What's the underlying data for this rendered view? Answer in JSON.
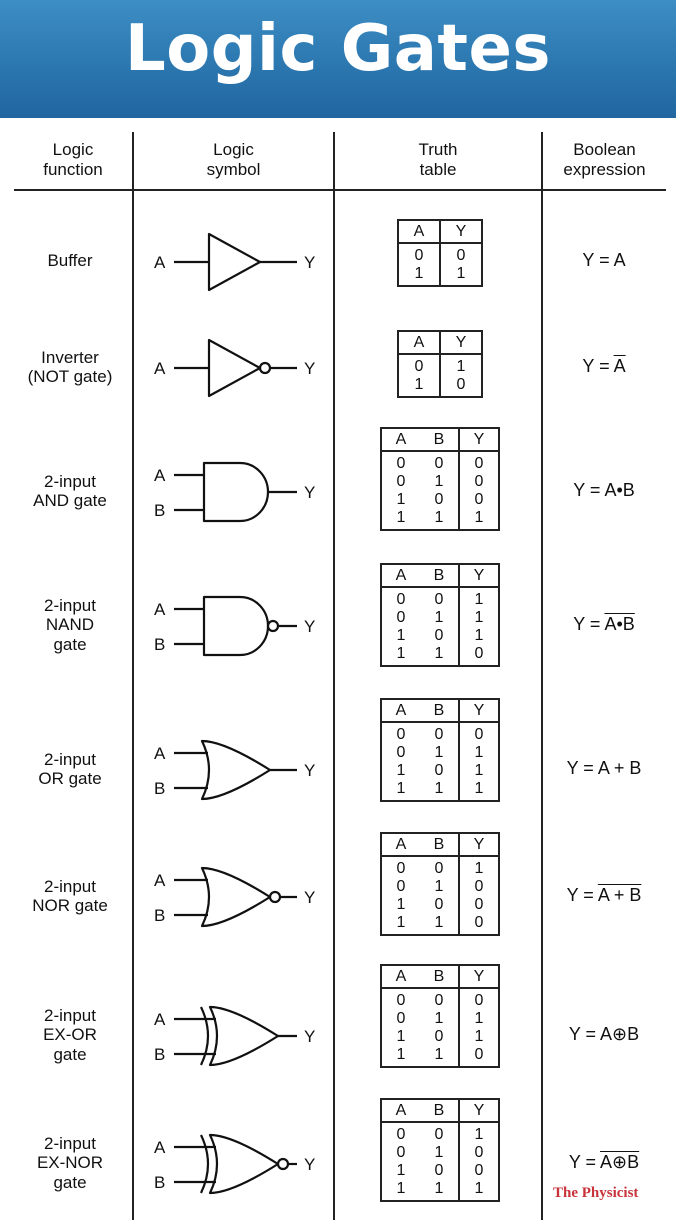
{
  "title": "Logic Gates",
  "headers": {
    "function": "Logic\nfunction",
    "symbol": "Logic\nsymbol",
    "truth": "Truth\ntable",
    "boolean": "Boolean\nexpression"
  },
  "gates": [
    {
      "name": "Buffer",
      "symbol": "buffer",
      "inputs": [
        "A"
      ],
      "output": "Y",
      "table": {
        "headers": [
          "A",
          "Y"
        ],
        "rows": [
          [
            "0",
            "0"
          ],
          [
            "1",
            "1"
          ]
        ]
      },
      "expr": {
        "prefix": "Y = ",
        "over": "",
        "plain": "A"
      }
    },
    {
      "name": "Inverter\n(NOT gate)",
      "symbol": "not",
      "inputs": [
        "A"
      ],
      "output": "Y",
      "table": {
        "headers": [
          "A",
          "Y"
        ],
        "rows": [
          [
            "0",
            "1"
          ],
          [
            "1",
            "0"
          ]
        ]
      },
      "expr": {
        "prefix": "Y = ",
        "over": "A",
        "plain": ""
      }
    },
    {
      "name": "2-input\nAND gate",
      "symbol": "and",
      "inputs": [
        "A",
        "B"
      ],
      "output": "Y",
      "table": {
        "headers": [
          "A",
          "B",
          "Y"
        ],
        "rows": [
          [
            "0",
            "0",
            "0"
          ],
          [
            "0",
            "1",
            "0"
          ],
          [
            "1",
            "0",
            "0"
          ],
          [
            "1",
            "1",
            "1"
          ]
        ]
      },
      "expr": {
        "prefix": "Y = ",
        "over": "",
        "plain": "A•B"
      }
    },
    {
      "name": "2-input\nNAND\ngate",
      "symbol": "nand",
      "inputs": [
        "A",
        "B"
      ],
      "output": "Y",
      "table": {
        "headers": [
          "A",
          "B",
          "Y"
        ],
        "rows": [
          [
            "0",
            "0",
            "1"
          ],
          [
            "0",
            "1",
            "1"
          ],
          [
            "1",
            "0",
            "1"
          ],
          [
            "1",
            "1",
            "0"
          ]
        ]
      },
      "expr": {
        "prefix": "Y = ",
        "over": "A•B",
        "plain": ""
      }
    },
    {
      "name": "2-input\nOR gate",
      "symbol": "or",
      "inputs": [
        "A",
        "B"
      ],
      "output": "Y",
      "table": {
        "headers": [
          "A",
          "B",
          "Y"
        ],
        "rows": [
          [
            "0",
            "0",
            "0"
          ],
          [
            "0",
            "1",
            "1"
          ],
          [
            "1",
            "0",
            "1"
          ],
          [
            "1",
            "1",
            "1"
          ]
        ]
      },
      "expr": {
        "prefix": "Y = ",
        "over": "",
        "plain": "A + B"
      }
    },
    {
      "name": "2-input\nNOR gate",
      "symbol": "nor",
      "inputs": [
        "A",
        "B"
      ],
      "output": "Y",
      "table": {
        "headers": [
          "A",
          "B",
          "Y"
        ],
        "rows": [
          [
            "0",
            "0",
            "1"
          ],
          [
            "0",
            "1",
            "0"
          ],
          [
            "1",
            "0",
            "0"
          ],
          [
            "1",
            "1",
            "0"
          ]
        ]
      },
      "expr": {
        "prefix": "Y = ",
        "over": "A + B",
        "plain": ""
      }
    },
    {
      "name": "2-input\nEX-OR\ngate",
      "symbol": "xor",
      "inputs": [
        "A",
        "B"
      ],
      "output": "Y",
      "table": {
        "headers": [
          "A",
          "B",
          "Y"
        ],
        "rows": [
          [
            "0",
            "0",
            "0"
          ],
          [
            "0",
            "1",
            "1"
          ],
          [
            "1",
            "0",
            "1"
          ],
          [
            "1",
            "1",
            "0"
          ]
        ]
      },
      "expr": {
        "prefix": "Y = ",
        "over": "",
        "plain": "A⊕B"
      }
    },
    {
      "name": "2-input\nEX-NOR\ngate",
      "symbol": "xnor",
      "inputs": [
        "A",
        "B"
      ],
      "output": "Y",
      "table": {
        "headers": [
          "A",
          "B",
          "Y"
        ],
        "rows": [
          [
            "0",
            "0",
            "1"
          ],
          [
            "0",
            "1",
            "0"
          ],
          [
            "1",
            "0",
            "0"
          ],
          [
            "1",
            "1",
            "1"
          ]
        ]
      },
      "expr": {
        "prefix": "Y = ",
        "over": "A⊕B",
        "plain": ""
      }
    }
  ],
  "watermark": "The Physicist",
  "colors": {
    "banner": "#2a75ae",
    "watermark": "#c8333a"
  }
}
